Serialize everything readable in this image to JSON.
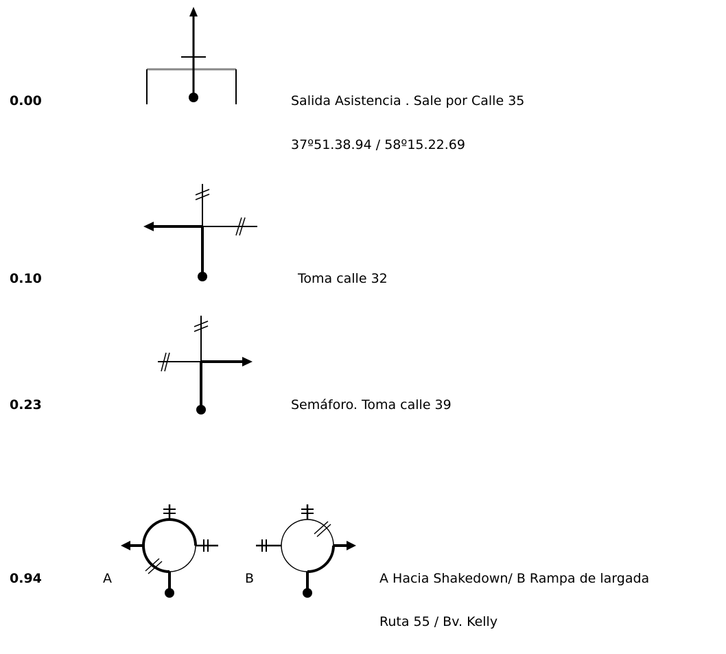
{
  "steps": [
    {
      "km": "0.00",
      "lines": [
        "Salida Asistencia .  Sale por Calle 35",
        "37º51.38.94 / 58º15.22.69"
      ]
    },
    {
      "km": "0.10",
      "lines": [
        "Toma calle 32"
      ]
    },
    {
      "km": "0.23",
      "lines": [
        "Semáforo. Toma calle 39"
      ]
    },
    {
      "km": "0.94",
      "lines": [
        "A  Hacia Shakedown/ B Rampa de largada",
        "Ruta 55 / Bv. Kelly"
      ],
      "variant_labels": [
        "A",
        "B"
      ]
    }
  ],
  "diagram_icons": [
    "start-exit-diagram",
    "turn-left-diagram",
    "turn-right-diagram",
    "roundabout-a-diagram",
    "roundabout-b-diagram"
  ]
}
